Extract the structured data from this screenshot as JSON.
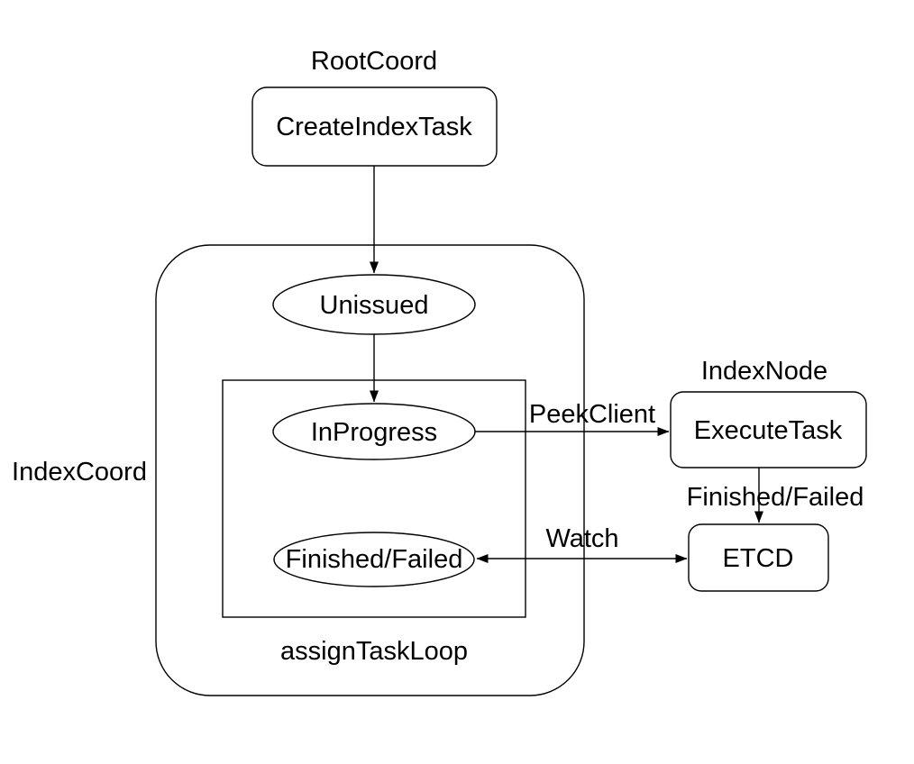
{
  "diagram": {
    "groups": {
      "root_coord": "RootCoord",
      "index_coord": "IndexCoord",
      "index_node": "IndexNode",
      "assign_task_loop": "assignTaskLoop"
    },
    "nodes": {
      "create_index_task": "CreateIndexTask",
      "unissued": "Unissued",
      "in_progress": "InProgress",
      "finished_failed": "Finished/Failed",
      "execute_task": "ExecuteTask",
      "etcd": "ETCD"
    },
    "edges": {
      "peek_client": "PeekClient",
      "finished_failed": "Finished/Failed",
      "watch": "Watch"
    },
    "colors": {
      "stroke": "#000000",
      "text": "#000000",
      "background": "#ffffff"
    }
  }
}
